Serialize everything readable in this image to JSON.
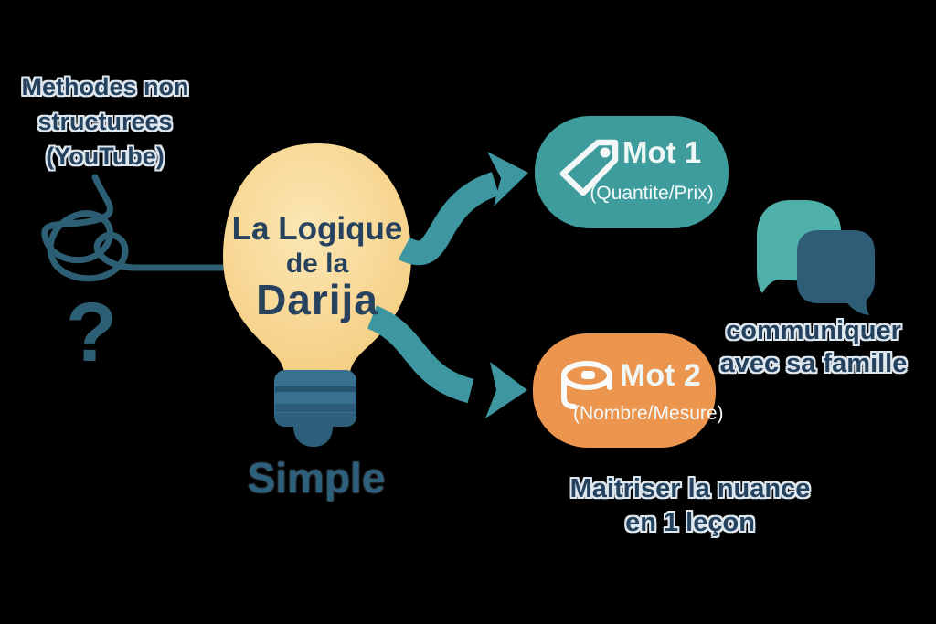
{
  "problem": {
    "lines": [
      "Methodes non",
      "structurees",
      "(YouTube)"
    ],
    "question_mark": "?"
  },
  "bulb": {
    "line1": "La Logique",
    "line2": "de la",
    "line3": "Darija",
    "caption": "Simple"
  },
  "word1": {
    "title": "Mot 1",
    "subtitle": "(Quantite/Prix)",
    "color": "#3F9C9C",
    "icon": "price-tag-icon"
  },
  "word2": {
    "title": "Mot 2",
    "subtitle": "(Nombre/Mesure)",
    "color": "#EC954F",
    "icon": "tape-measure-icon"
  },
  "outcome": {
    "lines": [
      "communiquer",
      "avec sa famille"
    ]
  },
  "goal": {
    "lines": [
      "Maitriser la nuance",
      "en 1 leçon"
    ]
  },
  "colors": {
    "background": "#000000",
    "navy_text": "#24425E",
    "text_halo": "#DFE7EE",
    "scribble": "#2D5F74",
    "bulb_yellow": "#F7D592",
    "bulb_base": "#336C86",
    "arrow": "#3E96A0",
    "box_teal": "#3F9C9C",
    "box_orange": "#EC954F",
    "bubble_light": "#4FAFA9",
    "bubble_dark": "#2E5D77",
    "box_icon_white": "#F2F8F7"
  }
}
